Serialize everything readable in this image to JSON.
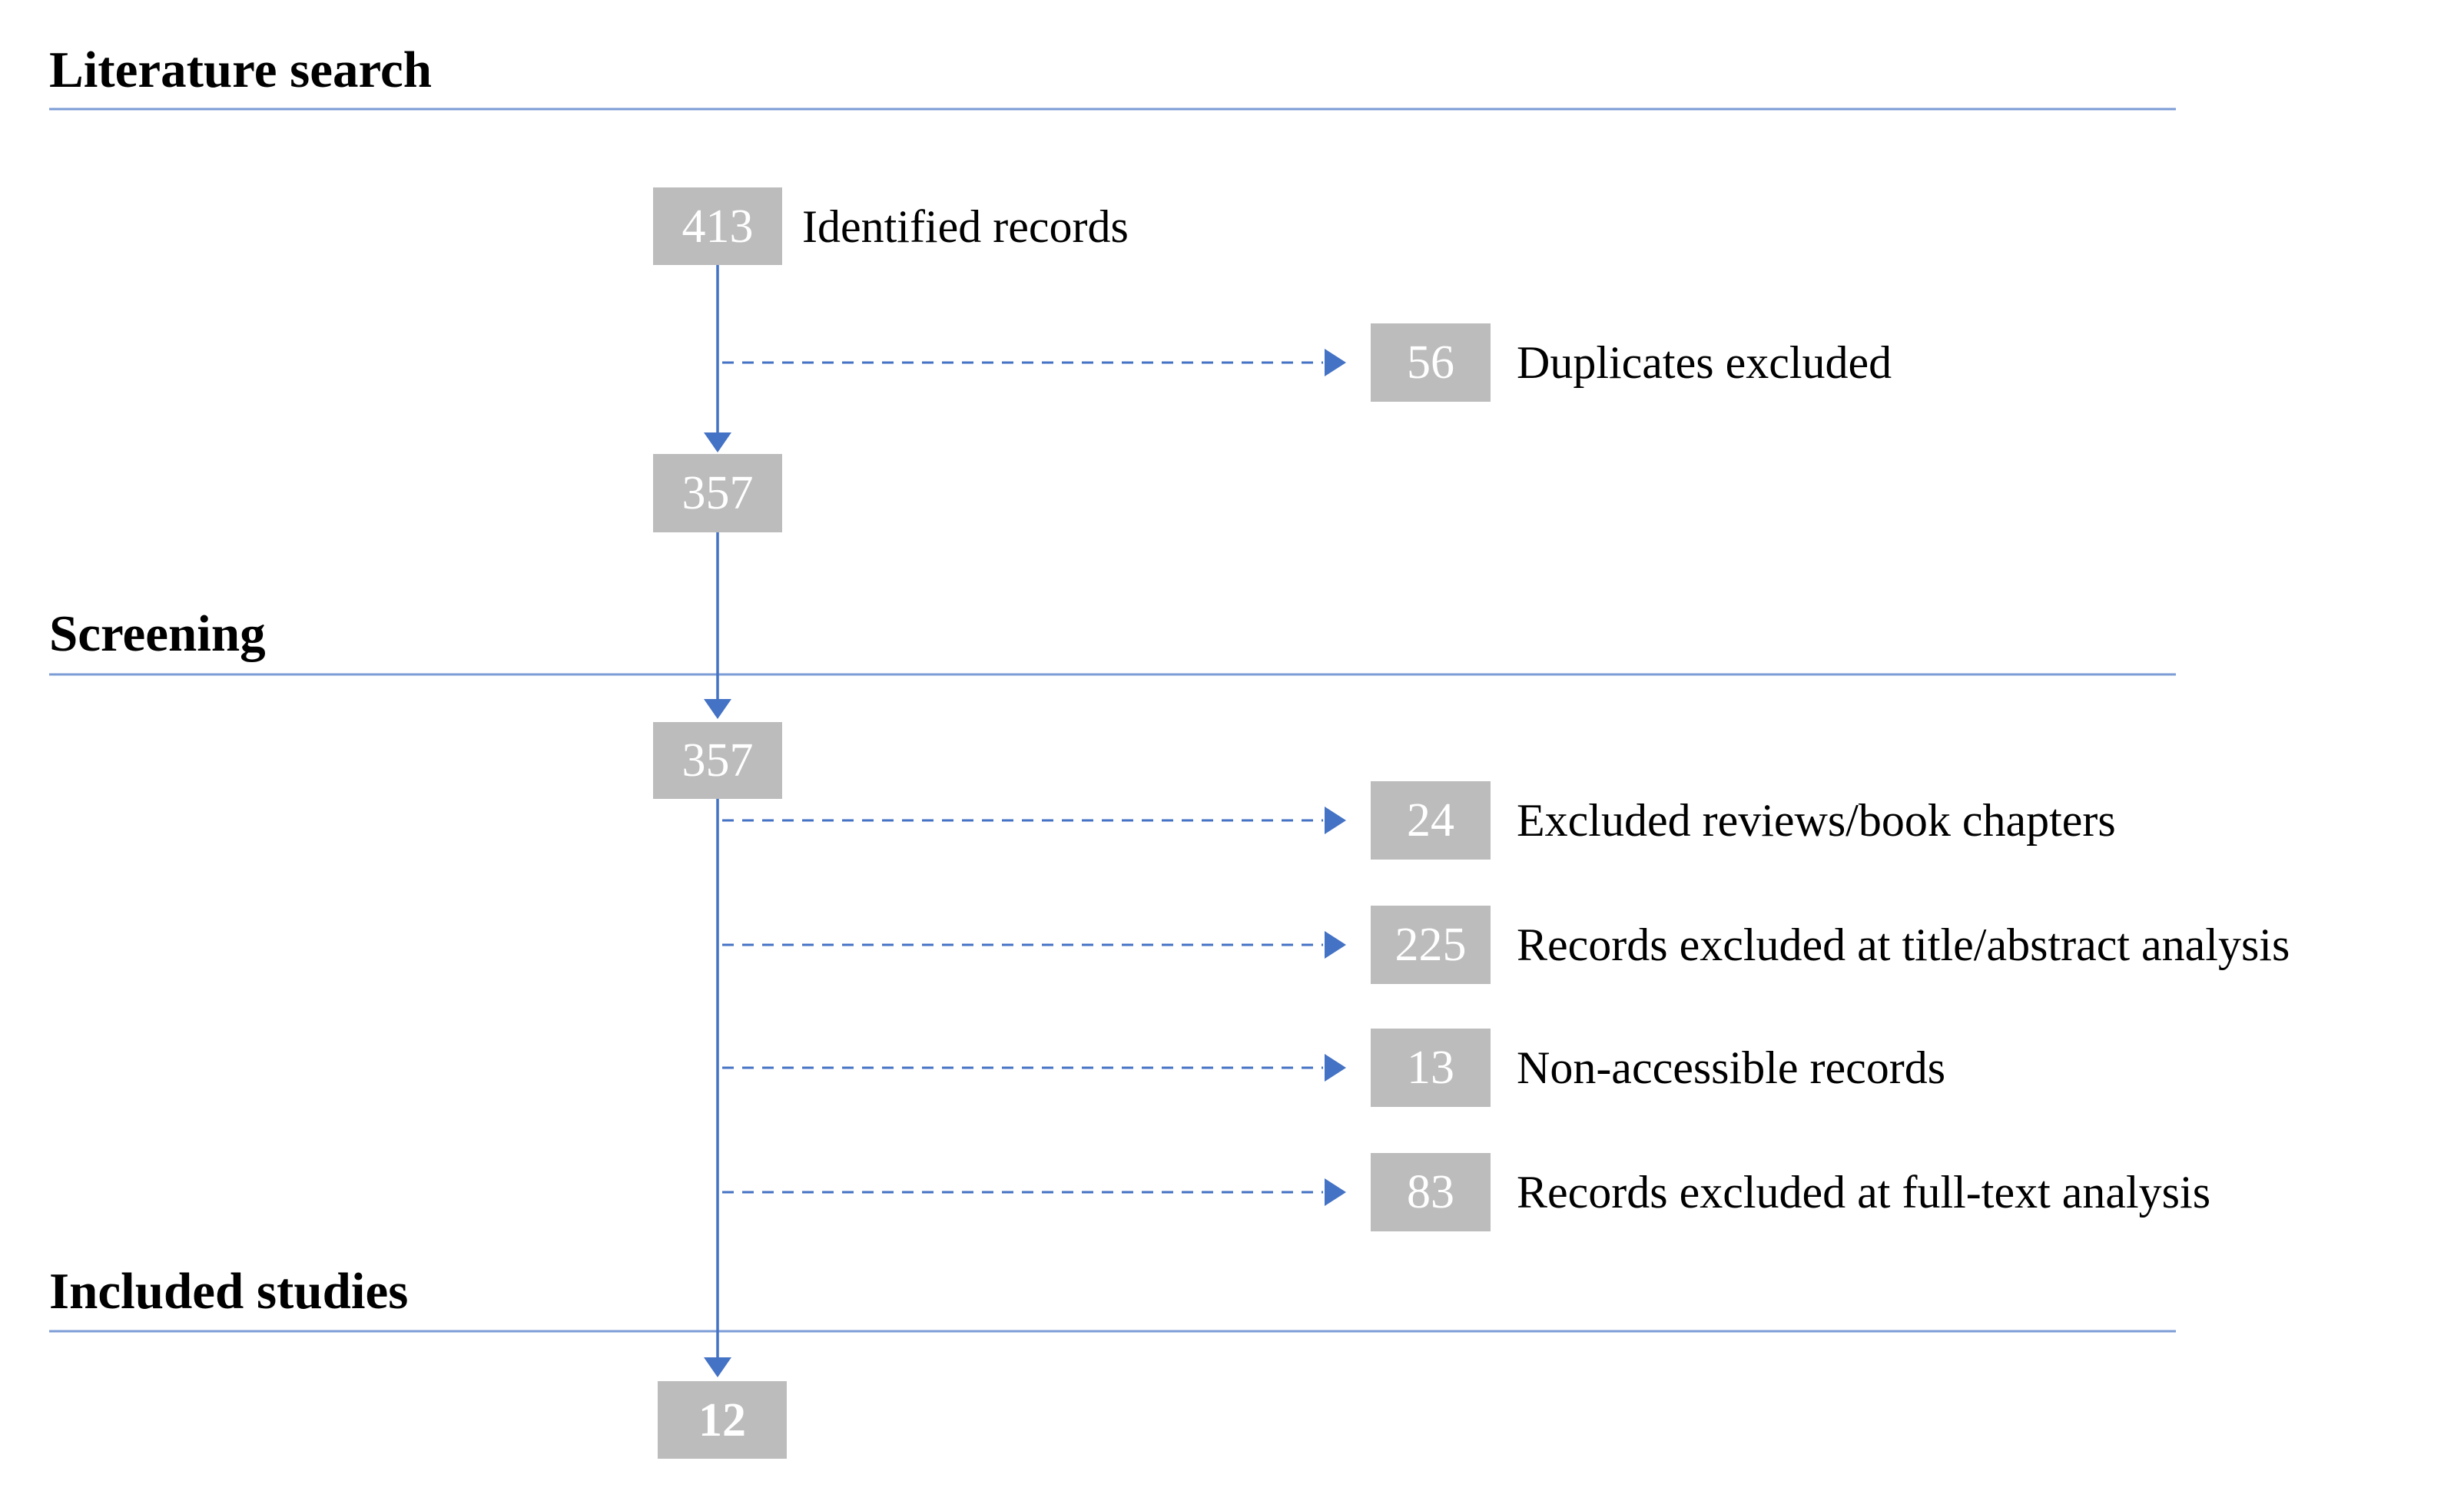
{
  "sections": [
    {
      "label": "Literature search"
    },
    {
      "label": "Screening"
    },
    {
      "label": "Included studies"
    }
  ],
  "flow": {
    "identified": {
      "count": "413",
      "label": "Identified records"
    },
    "duplicates": {
      "count": "56",
      "label": "Duplicates excluded"
    },
    "deduplicated": {
      "count": "357"
    },
    "screened": {
      "count": "357"
    },
    "excluded_reviews": {
      "count": "24",
      "label": "Excluded reviews/book chapters"
    },
    "excluded_title_abstract": {
      "count": "225",
      "label": "Records excluded at title/abstract analysis"
    },
    "non_accessible": {
      "count": "13",
      "label": "Non-accessible records"
    },
    "excluded_full_text": {
      "count": "83",
      "label": "Records excluded at full-text analysis"
    },
    "included": {
      "count": "12"
    }
  },
  "colors": {
    "arrow_blue": "#4472C4",
    "divider_blue": "#7C9CD6",
    "box_gray": "#BCBCBC",
    "box_text": "#FFFFFF",
    "label_text": "#000000"
  }
}
